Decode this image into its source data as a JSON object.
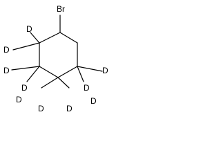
{
  "molecule": {
    "substituent": "Br",
    "deuterium": [
      "D",
      "D",
      "D",
      "D",
      "D",
      "D",
      "D",
      "D",
      "D",
      "D"
    ]
  },
  "colors": {
    "bond": "#000000",
    "label": "#000000",
    "background": "#ffffff"
  }
}
